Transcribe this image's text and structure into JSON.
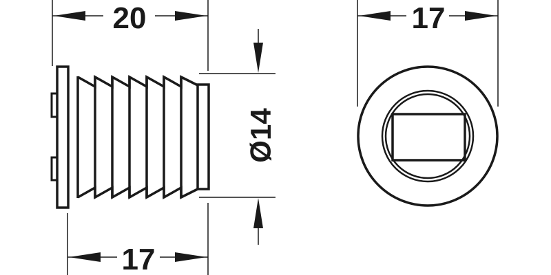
{
  "drawing": {
    "type": "technical-dimension-drawing",
    "line_color": "#1a1a1a",
    "background": "#ffffff",
    "side_view": {
      "dimensions": {
        "overall_length": "20",
        "body_length": "17",
        "diameter": "Ø14"
      }
    },
    "front_view": {
      "dimensions": {
        "outer_diameter": "17"
      }
    }
  }
}
